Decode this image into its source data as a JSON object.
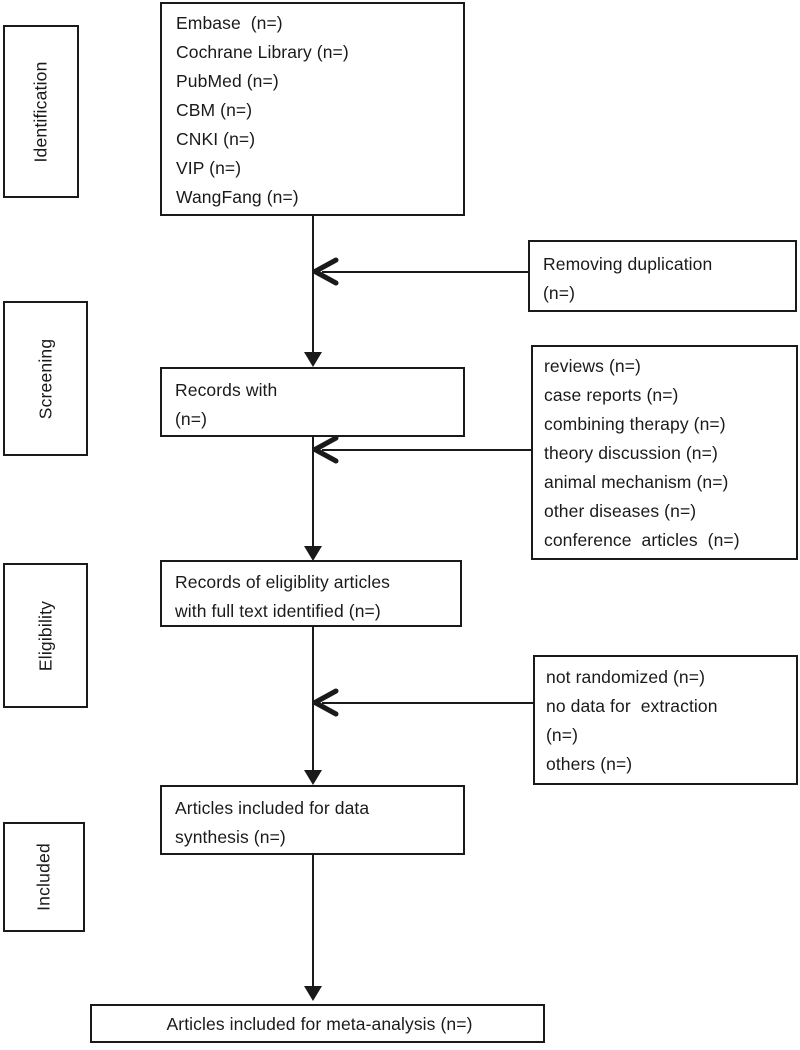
{
  "diagram": {
    "title": "PRISMA study selection flow diagram",
    "line_color": "#1a1a1a",
    "background": "#ffffff"
  },
  "stages": [
    {
      "key": "identification",
      "label": "Identification"
    },
    {
      "key": "screening",
      "label": "Screening"
    },
    {
      "key": "eligibility",
      "label": "Eligibility"
    },
    {
      "key": "included",
      "label": "Included"
    }
  ],
  "boxes": {
    "databases": {
      "name": "records-identified-box",
      "lines": [
        "Embase  (n=)",
        "Cochrane Library (n=)",
        "PubMed (n=)",
        "CBM (n=)",
        "CNKI (n=)",
        "VIP (n=)",
        "WangFang (n=)"
      ]
    },
    "removing_duplication": {
      "name": "removing-duplication-box",
      "lines": [
        "Removing duplication",
        "(n=)"
      ]
    },
    "records_with": {
      "name": "records-after-duplicates-box",
      "lines": [
        "Records with",
        "(n=)"
      ]
    },
    "screening_exclusions": {
      "name": "screening-exclusions-box",
      "lines": [
        "reviews (n=)",
        "case reports (n=)",
        "combining therapy (n=)",
        "theory discussion (n=)",
        "animal mechanism (n=)",
        "other diseases (n=)",
        "conference  articles  (n=)"
      ]
    },
    "eligibility_records": {
      "name": "full-text-assessed-box",
      "lines": [
        "Records of eligiblity articles",
        "with full text identified (n=)"
      ]
    },
    "eligibility_exclusions": {
      "name": "eligibility-exclusions-box",
      "lines": [
        "not randomized (n=)",
        "no data for  extraction",
        "(n=)",
        "others (n=)"
      ]
    },
    "data_synthesis": {
      "name": "data-synthesis-box",
      "lines": [
        "Articles included for data",
        "synthesis (n=)"
      ]
    },
    "meta_analysis": {
      "name": "meta-analysis-box",
      "lines": [
        "Articles included for meta-analysis (n=)"
      ]
    }
  }
}
